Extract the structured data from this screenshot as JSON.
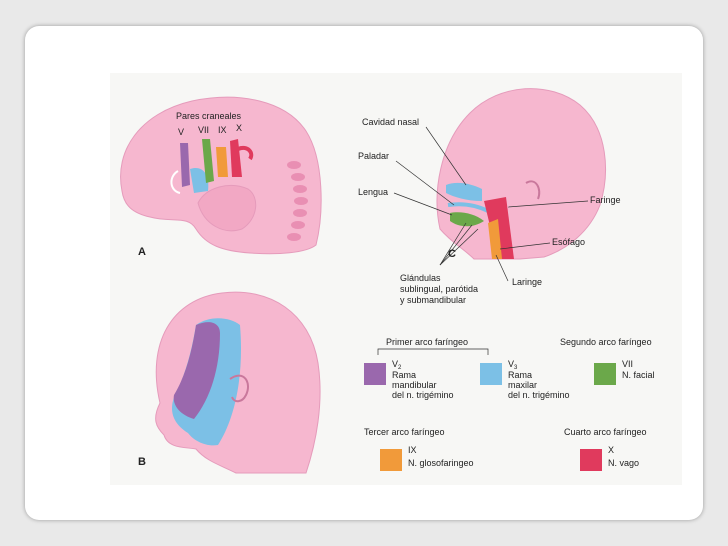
{
  "panels": {
    "a": "A",
    "b": "B",
    "c": "C"
  },
  "panel_a": {
    "title": "Pares craneales",
    "nerves": [
      "V",
      "VII",
      "IX",
      "X"
    ]
  },
  "panel_c": {
    "labels": {
      "nasal": "Cavidad nasal",
      "palate": "Paladar",
      "tongue": "Lengua",
      "pharynx": "Faringe",
      "esophagus": "Esófago",
      "larynx": "Laringe",
      "glands_1": "Glándulas",
      "glands_2": "sublingual, parótida",
      "glands_3": "y submandibular"
    }
  },
  "legend": {
    "first_arch": "Primer arco faríngeo",
    "second_arch": "Segundo arco faríngeo",
    "third_arch": "Tercer arco faríngeo",
    "fourth_arch": "Cuarto arco faríngeo",
    "v2": {
      "code": "V",
      "sub": "2",
      "line1": "Rama",
      "line2": "mandibular",
      "line3": "del n. trigémino"
    },
    "v3": {
      "code": "V",
      "sub": "3",
      "line1": "Rama",
      "line2": "maxilar",
      "line3": "del n. trigémino"
    },
    "vii": {
      "code": "VII",
      "line1": "N. facial"
    },
    "ix": {
      "code": "IX",
      "line1": "N. glosofaringeo"
    },
    "x": {
      "code": "X",
      "line1": "N. vago"
    }
  },
  "colors": {
    "skin": "#f6b7cf",
    "skin_dark": "#e98fb3",
    "purple": "#9a68ad",
    "blue": "#7cc0e6",
    "green": "#6ba84a",
    "orange": "#f19a3a",
    "red": "#e03a5d"
  }
}
